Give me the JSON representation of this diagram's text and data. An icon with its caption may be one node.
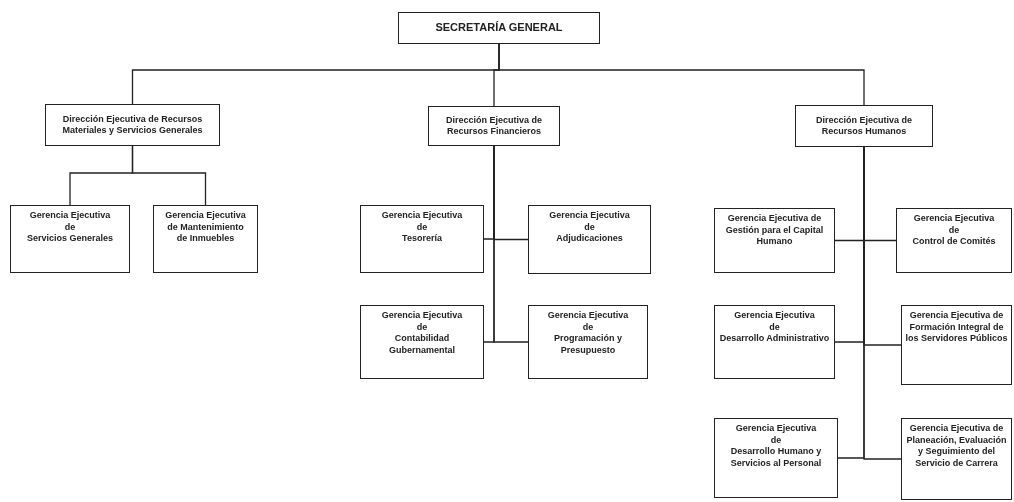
{
  "diagram": {
    "nodes": [
      {
        "text": [
          "SECRETARÍA GENERAL"
        ]
      },
      {
        "text": [
          "Dirección Ejecutiva de Recursos Materiales y Servicios Generales"
        ]
      },
      {
        "text": [
          "Dirección Ejecutiva de Recursos Financieros"
        ]
      },
      {
        "text": [
          "Dirección Ejecutiva de Recursos Humanos"
        ]
      },
      {
        "text": [
          "Gerencia Ejecutiva",
          "de",
          "Servicios Generales"
        ]
      },
      {
        "text": [
          "Gerencia Ejecutiva",
          "de Mantenimiento",
          "de Inmuebles"
        ]
      },
      {
        "text": [
          "Gerencia Ejecutiva",
          "de",
          "Tesorería"
        ]
      },
      {
        "text": [
          "Gerencia Ejecutiva",
          "de",
          "Adjudicaciones"
        ]
      },
      {
        "text": [
          "Gerencia Ejecutiva",
          "de",
          "Contabilidad Gubernamental"
        ]
      },
      {
        "text": [
          "Gerencia Ejecutiva",
          "de",
          "Programación y Presupuesto"
        ]
      },
      {
        "text": [
          "Gerencia Ejecutiva de Gestión para el Capital Humano"
        ]
      },
      {
        "text": [
          "Gerencia Ejecutiva",
          "de",
          "Control de Comités"
        ]
      },
      {
        "text": [
          "Gerencia Ejecutiva",
          "de",
          "Desarrollo Administrativo"
        ]
      },
      {
        "text": [
          "Gerencia Ejecutiva de Formación Integral de los Servidores Públicos"
        ]
      },
      {
        "text": [
          "Gerencia Ejecutiva",
          "de",
          "Desarrollo Humano y Servicios al Personal"
        ]
      },
      {
        "text": [
          "Gerencia Ejecutiva de Planeación, Evaluación y Seguimiento del Servicio de Carrera"
        ]
      }
    ],
    "edges": [
      {
        "from": 0,
        "to": 1,
        "arrow": "none"
      },
      {
        "from": 0,
        "to": 2,
        "arrow": "none"
      },
      {
        "from": 0,
        "to": 3,
        "arrow": "none"
      },
      {
        "from": 1,
        "to": 4,
        "arrow": "none"
      },
      {
        "from": 1,
        "to": 5,
        "arrow": "none"
      },
      {
        "from": 2,
        "to": 6,
        "arrow": "none"
      },
      {
        "from": 2,
        "to": 7,
        "arrow": "none"
      },
      {
        "from": 2,
        "to": 8,
        "arrow": "none"
      },
      {
        "from": 2,
        "to": 9,
        "arrow": "none"
      },
      {
        "from": 3,
        "to": 10,
        "arrow": "none"
      },
      {
        "from": 3,
        "to": 11,
        "arrow": "none"
      },
      {
        "from": 3,
        "to": 12,
        "arrow": "none"
      },
      {
        "from": 3,
        "to": 13,
        "arrow": "none"
      },
      {
        "from": 3,
        "to": 14,
        "arrow": "none"
      },
      {
        "from": 3,
        "to": 15,
        "arrow": "none"
      }
    ]
  }
}
